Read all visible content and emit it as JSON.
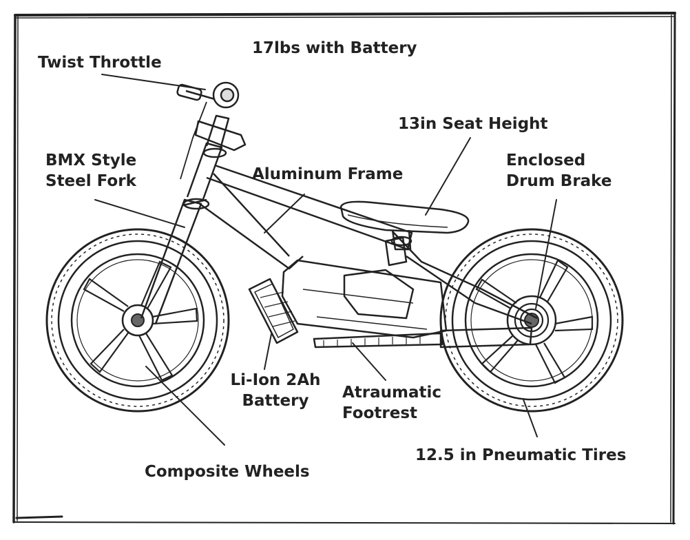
{
  "colors": {
    "ink": "#222222",
    "background": "#ffffff"
  },
  "labels": {
    "weight": "17lbs with Battery",
    "throttle": "Twist Throttle",
    "seat_height": "13in Seat Height",
    "fork_line1": "BMX Style",
    "fork_line2": "Steel Fork",
    "frame": "Aluminum Frame",
    "brake_line1": "Enclosed",
    "brake_line2": "Drum Brake",
    "battery_line1": "Li-Ion 2Ah",
    "battery_line2": "Battery",
    "footrest_line1": "Atraumatic",
    "footrest_line2": "Footrest",
    "tires": "12.5 in Pneumatic Tires",
    "wheels": "Composite Wheels"
  }
}
